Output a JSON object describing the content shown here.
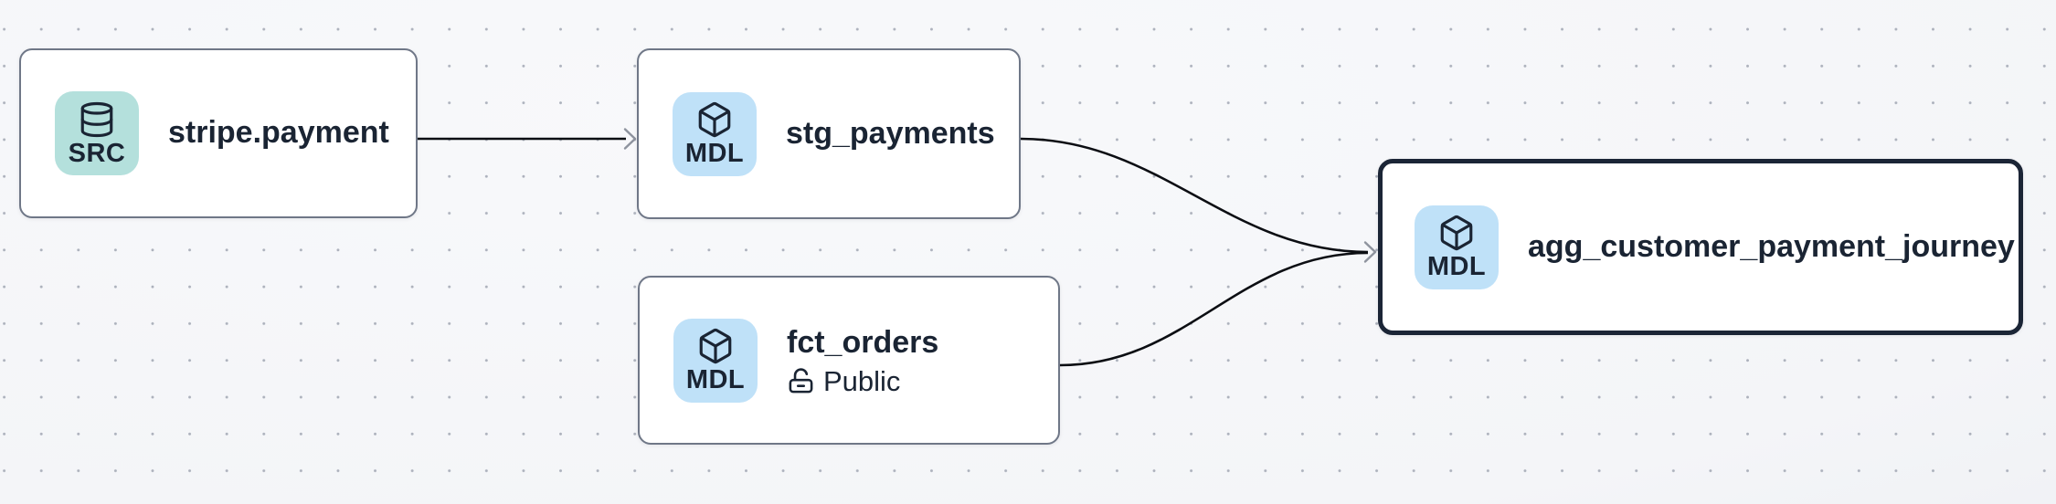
{
  "canvas": {
    "background_color": "#f4f5f8",
    "vignette_edge_color": "#e7e9ee",
    "dot_color": "#949aa8",
    "edge_color": "#0c0e13",
    "arrowhead_color": "#8e939e",
    "node_border_color": "#6f7787",
    "selected_node_border_color": "#1b2536",
    "text_color": "#1a2433"
  },
  "nodes": [
    {
      "title": "stripe.payment",
      "type": "source",
      "badge_label": "SRC",
      "badge_bg": "#b4e0dc",
      "badge_icon": "database-icon",
      "selected": false
    },
    {
      "title": "stg_payments",
      "type": "model",
      "badge_label": "MDL",
      "badge_bg": "#bfe1f8",
      "badge_icon": "cube-icon",
      "selected": false
    },
    {
      "title": "fct_orders",
      "type": "model",
      "badge_label": "MDL",
      "badge_bg": "#bfe1f8",
      "badge_icon": "cube-icon",
      "access": "Public",
      "selected": false
    },
    {
      "title": "agg_customer_payment_journey",
      "type": "model",
      "badge_label": "MDL",
      "badge_bg": "#bfe1f8",
      "badge_icon": "cube-icon",
      "selected": true
    }
  ],
  "edges": [
    {
      "from": "stripe.payment",
      "to": "stg_payments"
    },
    {
      "from": "stg_payments",
      "to": "agg_customer_payment_journey"
    },
    {
      "from": "fct_orders",
      "to": "agg_customer_payment_journey"
    }
  ]
}
